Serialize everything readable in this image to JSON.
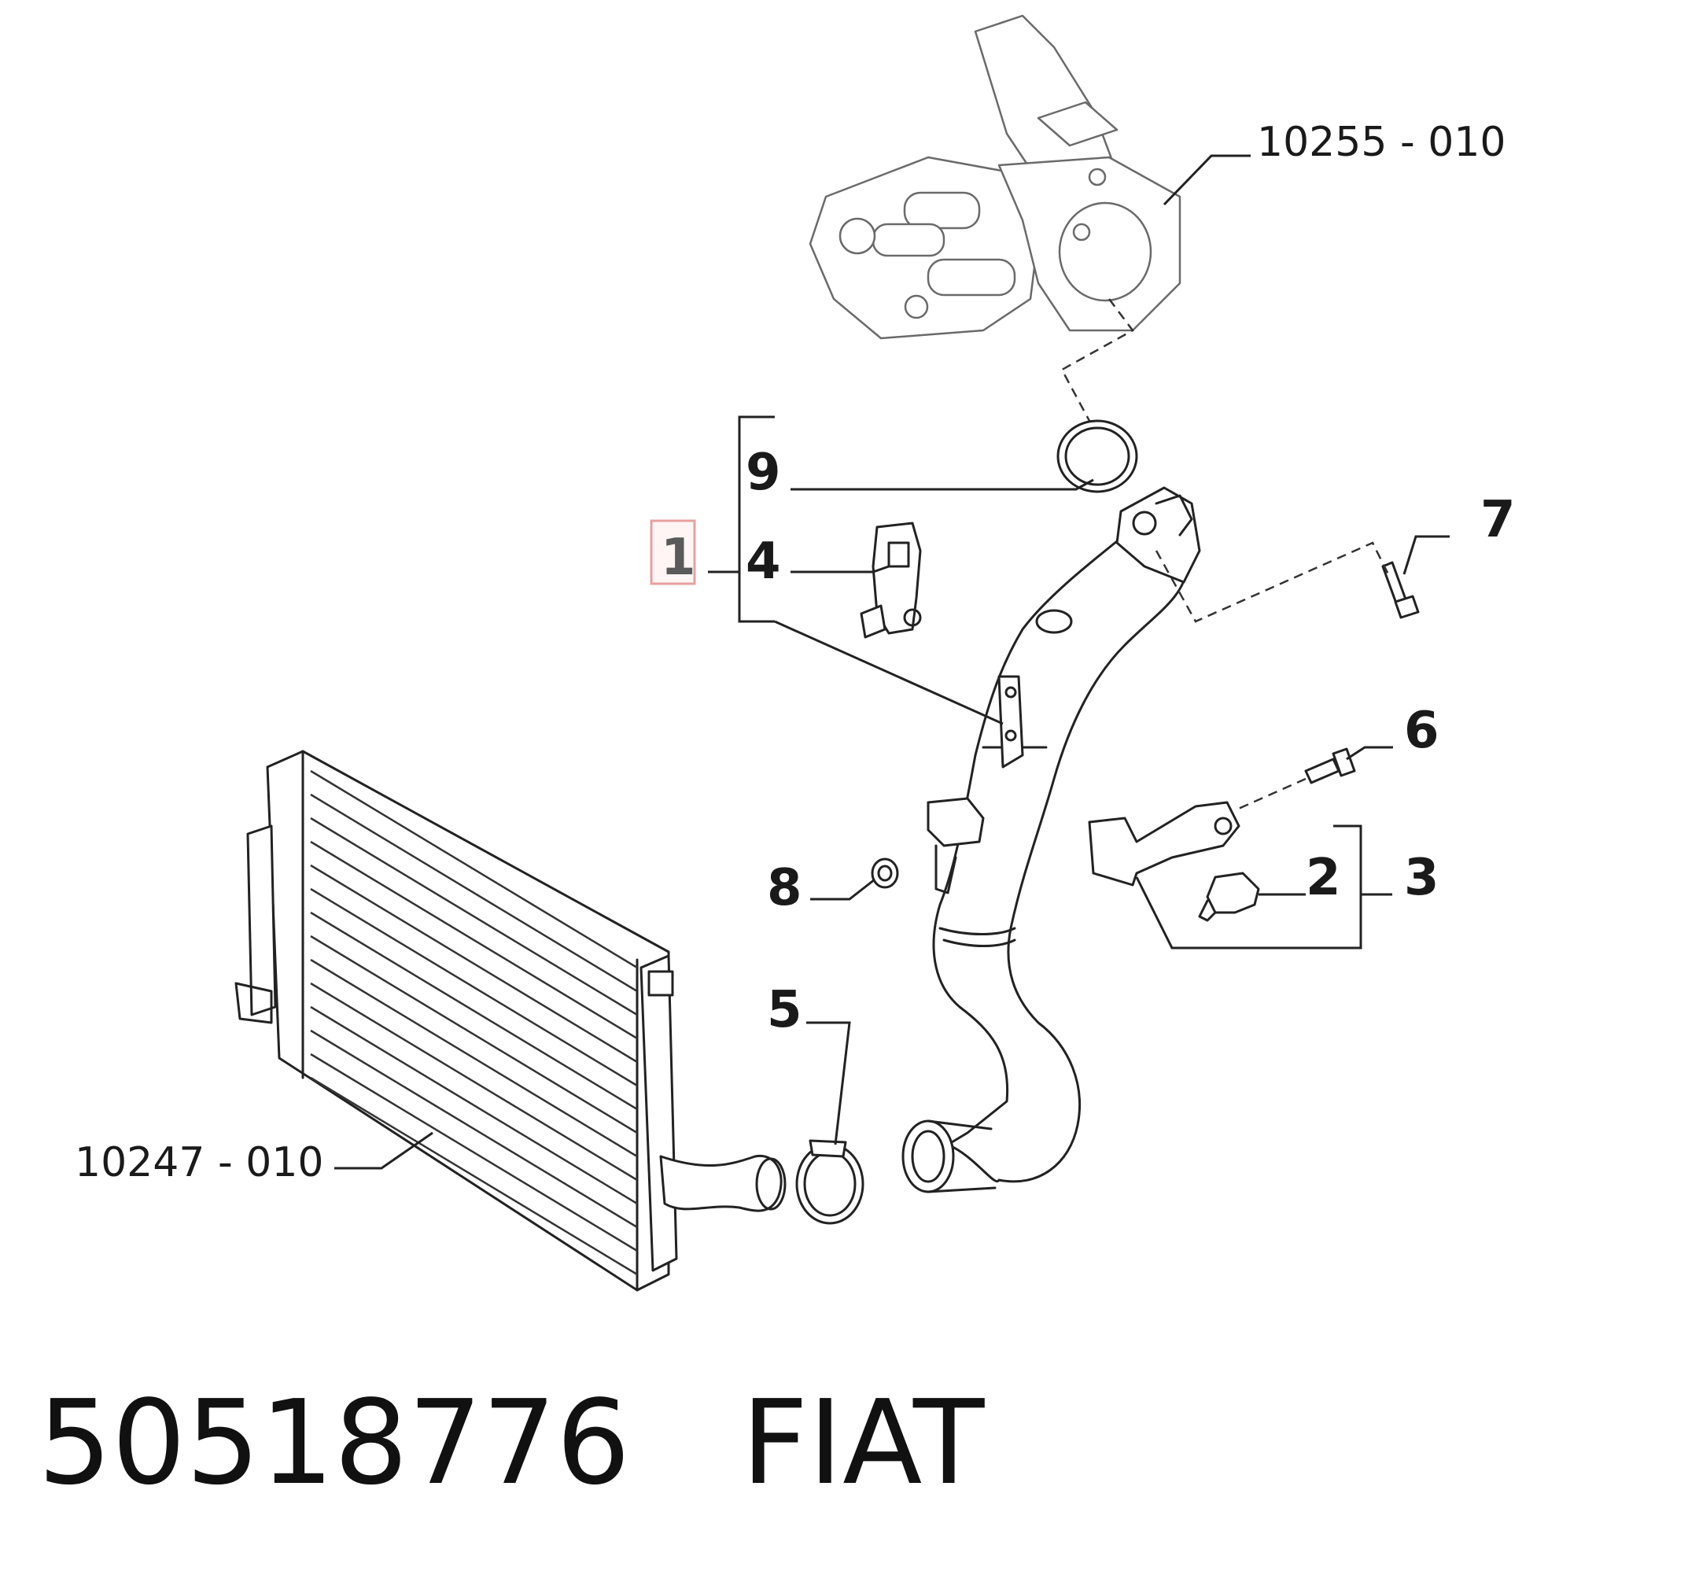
{
  "callouts": {
    "c1": "1",
    "c2": "2",
    "c3": "3",
    "c4": "4",
    "c5": "5",
    "c6": "6",
    "c7": "7",
    "c8": "8",
    "c9": "9"
  },
  "references": {
    "engine_group": "10255 - 010",
    "intercooler_group": "10247 - 010"
  },
  "caption": {
    "part_number": "50518776",
    "brand": "FIAT",
    "text": "50518776   FIAT"
  },
  "colors": {
    "highlight_box": "#e8a0a0",
    "highlight_fill": "#fff5f5",
    "line_art": "#222222"
  }
}
